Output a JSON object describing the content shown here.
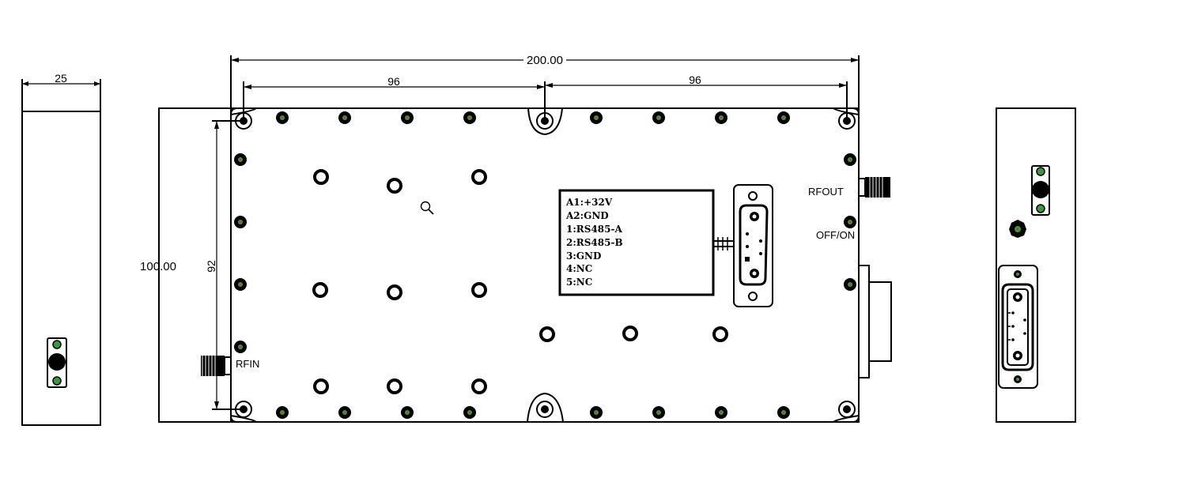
{
  "dimensions": {
    "side_width": "25",
    "total_length": "200.00",
    "left_pitch": "96",
    "right_pitch": "96",
    "total_height": "100.00",
    "mount_height": "92"
  },
  "ports": {
    "rf_in": "RFIN",
    "rf_out": "RFOUT",
    "switch": "OFF/ON"
  },
  "pinout": [
    "A1:+32V",
    "A2:GND",
    "1:RS485-A",
    "2:RS485-B",
    "3:GND",
    "4:NC",
    "5:NC"
  ],
  "colors": {
    "line": "#000000",
    "screw_green": "#3c9a3c",
    "screw_red": "#c83232"
  },
  "icons": {
    "zoom": "magnifier-icon"
  }
}
